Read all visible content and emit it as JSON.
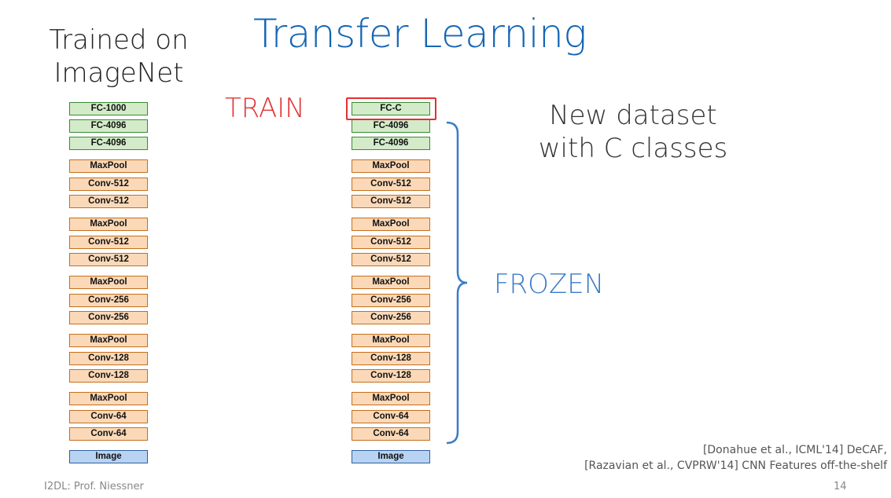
{
  "title": "Transfer Learning",
  "left_caption": [
    "Trained on",
    "ImageNet"
  ],
  "train_label": "TRAIN",
  "new_dataset": [
    "New dataset",
    "with C classes"
  ],
  "frozen_label": "FROZEN",
  "left_stack": [
    "FC-1000",
    "FC-4096",
    "FC-4096",
    "MaxPool",
    "Conv-512",
    "Conv-512",
    "MaxPool",
    "Conv-512",
    "Conv-512",
    "MaxPool",
    "Conv-256",
    "Conv-256",
    "MaxPool",
    "Conv-128",
    "Conv-128",
    "MaxPool",
    "Conv-64",
    "Conv-64",
    "Image"
  ],
  "right_stack": [
    "FC-C",
    "FC-4096",
    "FC-4096",
    "MaxPool",
    "Conv-512",
    "Conv-512",
    "MaxPool",
    "Conv-512",
    "Conv-512",
    "MaxPool",
    "Conv-256",
    "Conv-256",
    "MaxPool",
    "Conv-128",
    "Conv-128",
    "MaxPool",
    "Conv-64",
    "Conv-64",
    "Image"
  ],
  "citations": [
    "[Donahue et al., ICML'14] DeCAF,",
    "[Razavian et al., CVPRW'14] CNN Features off-the-shelf"
  ],
  "footer": {
    "left": "I2DL: Prof. Niessner",
    "page": "14"
  },
  "colors": {
    "title": "#1565b5",
    "train": "#e03434",
    "frozen": "#3a7cc8",
    "fc_layer": "#d3ebc9",
    "conv_layer": "#fbd9b8",
    "image_layer": "#b8d3f2"
  }
}
